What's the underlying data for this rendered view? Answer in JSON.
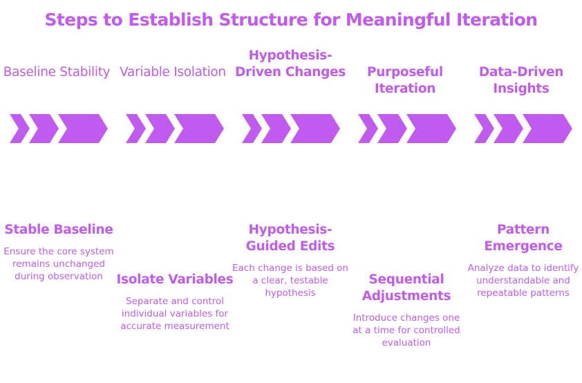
{
  "title": "Steps to Establish Structure for Meaningful Iteration",
  "stages": [
    {
      "header": "Baseline Stability",
      "header_style": "light",
      "step_title": "Stable Baseline",
      "step_desc": "Ensure the core system remains unchanged during observation"
    },
    {
      "header": "Variable Isolation",
      "header_style": "light",
      "step_title": "Isolate Variables",
      "step_desc": "Separate and control individual variables for accurate measurement"
    },
    {
      "header": "Hypothesis-Driven Changes",
      "header_style": "bold",
      "step_title": "Hypothesis-Guided Edits",
      "step_desc": "Each change is based on a clear, testable hypothesis"
    },
    {
      "header": "Purposeful Iteration",
      "header_style": "bold",
      "step_title": "Sequential Adjustments",
      "step_desc": "Introduce changes one at a time for controlled evaluation"
    },
    {
      "header": "Data-Driven Insights",
      "header_style": "bold",
      "step_title": "Pattern Emergence",
      "step_desc": "Analyze data to identify understandable and repeatable patterns"
    }
  ],
  "colors": {
    "accent": "#c15bf0",
    "background": "#ffffff"
  },
  "icons": {
    "step_marker": "triple-chevron-arrow-icon"
  }
}
